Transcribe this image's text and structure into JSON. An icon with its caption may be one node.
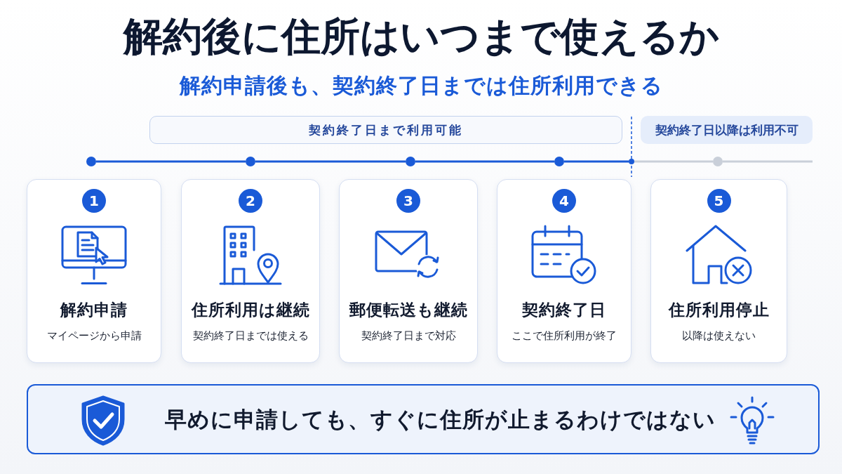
{
  "diagram": {
    "title": "解約後に住所はいつまで使えるか",
    "nodes": [
      {
        "text": [
          "契約終了日まで利用可能"
        ]
      },
      {
        "text": [
          "契約終了日以降は利用不可"
        ]
      },
      {
        "text": [],
        "shape": "circle"
      },
      {
        "text": [],
        "shape": "circle"
      },
      {
        "text": [],
        "shape": "circle"
      },
      {
        "text": [],
        "shape": "circle"
      },
      {
        "text": [],
        "shape": "circle"
      },
      {
        "text": [],
        "shape": "circle"
      },
      {
        "text": [
          "1",
          "解約申請",
          "マイページから申請"
        ]
      },
      {
        "text": [
          "2",
          "住所利用は継続",
          "契約終了日までは使える"
        ]
      },
      {
        "text": [
          "3",
          "郵便転送も継続",
          "契約終了日まで対応"
        ]
      },
      {
        "text": [
          "4",
          "契約終了日",
          "ここで住所利用が終了"
        ]
      },
      {
        "text": [
          "5",
          "住所利用停止",
          "以降は使えない"
        ]
      },
      {
        "text": [
          "早めに申請しても、すぐに住所が止まるわけではない"
        ]
      }
    ],
    "edges": [
      {
        "from": 2,
        "to": 3,
        "arrow": "none"
      },
      {
        "from": 3,
        "to": 4,
        "arrow": "none"
      },
      {
        "from": 4,
        "to": 5,
        "arrow": "none"
      },
      {
        "from": 5,
        "to": 6,
        "arrow": "none"
      },
      {
        "from": 6,
        "to": 7,
        "arrow": "none",
        "color": "#c9cfd9"
      },
      {
        "from": 7,
        "to": null,
        "arrow": "none",
        "color": "#c9cfd9"
      }
    ],
    "labels": [
      "解約申請後も、契約終了日までは住所利用できる"
    ]
  }
}
